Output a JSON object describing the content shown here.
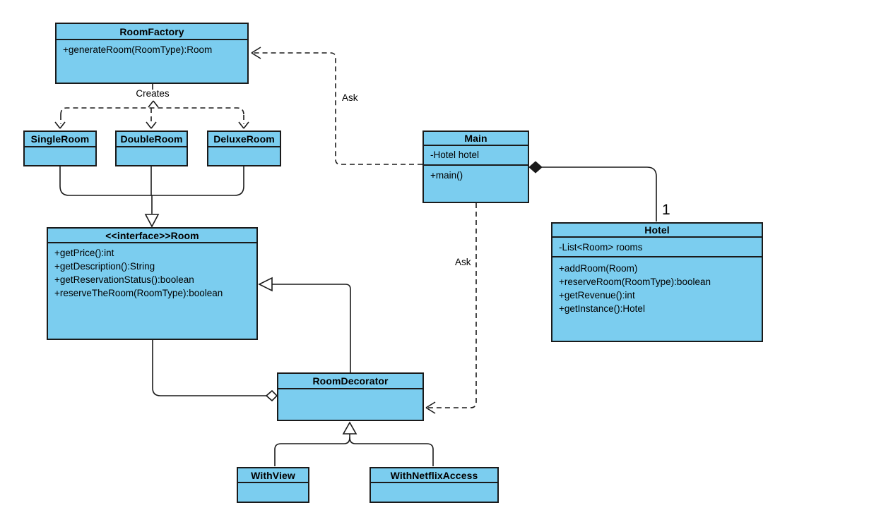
{
  "diagram": {
    "classes": {
      "room_factory": {
        "name": "RoomFactory",
        "members": [
          "+generateRoom(RoomType):Room"
        ]
      },
      "single_room": {
        "name": "SingleRoom"
      },
      "double_room": {
        "name": "DoubleRoom"
      },
      "deluxe_room": {
        "name": "DeluxeRoom"
      },
      "room_interface": {
        "name": "<<interface>>Room",
        "members": [
          "+getPrice():int",
          "+getDescription():String",
          "+getReservationStatus():boolean",
          "+reserveTheRoom(RoomType):boolean"
        ]
      },
      "main": {
        "name": "Main",
        "attributes": [
          "-Hotel hotel"
        ],
        "members": [
          "+main()"
        ]
      },
      "hotel": {
        "name": "Hotel",
        "attributes": [
          "-List<Room> rooms"
        ],
        "members": [
          "+addRoom(Room)",
          "+reserveRoom(RoomType):boolean",
          "+getRevenue():int",
          "+getInstance():Hotel"
        ]
      },
      "room_decorator": {
        "name": "RoomDecorator"
      },
      "with_view": {
        "name": "WithView"
      },
      "with_netflix_access": {
        "name": "WithNetflixAccess"
      }
    },
    "labels": {
      "creates": "Creates",
      "ask_factory": "Ask",
      "ask_decorator": "Ask",
      "hotel_multiplicity": "1"
    },
    "colors": {
      "class_fill": "#7BCDEF",
      "border": "#1A1A1A",
      "background": "#FFFFFF"
    }
  }
}
